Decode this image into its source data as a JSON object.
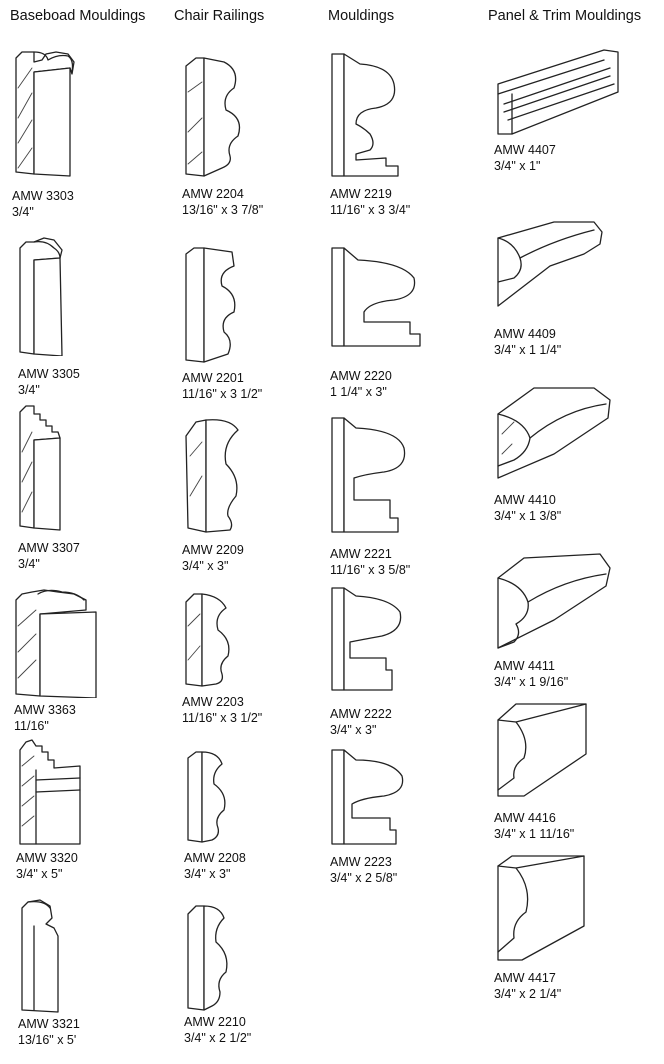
{
  "columns": [
    {
      "heading": "Baseboad Mouldings",
      "items": [
        {
          "code": "AMW 3303",
          "size": "3/4\""
        },
        {
          "code": "AMW 3305",
          "size": "3/4\""
        },
        {
          "code": "AMW 3307",
          "size": "3/4\""
        },
        {
          "code": "AMW 3363",
          "size": "11/16\""
        },
        {
          "code": "AMW 3320",
          "size": "3/4\" x 5\""
        },
        {
          "code": "AMW 3321",
          "size": "13/16\" x 5'"
        }
      ]
    },
    {
      "heading": "Chair Railings",
      "items": [
        {
          "code": "AMW 2204",
          "size": "13/16\" x 3 7/8\""
        },
        {
          "code": "AMW 2201",
          "size": "11/16\" x 3 1/2\""
        },
        {
          "code": "AMW 2209",
          "size": "3/4\" x 3\""
        },
        {
          "code": "AMW 2203",
          "size": "11/16\" x 3 1/2\""
        },
        {
          "code": "AMW 2208",
          "size": "3/4\" x 3\""
        },
        {
          "code": "AMW 2210",
          "size": "3/4\" x 2 1/2\""
        }
      ]
    },
    {
      "heading": "Mouldings",
      "items": [
        {
          "code": "AMW 2219",
          "size": "11/16\" x 3 3/4\""
        },
        {
          "code": "AMW 2220",
          "size": "1 1/4\" x 3\""
        },
        {
          "code": "AMW 2221",
          "size": "11/16\" x 3 5/8\""
        },
        {
          "code": "AMW 2222",
          "size": "3/4\" x 3\""
        },
        {
          "code": "AMW 2223",
          "size": "3/4\" x 2 5/8\""
        }
      ]
    },
    {
      "heading": "Panel & Trim Mouldings",
      "items": [
        {
          "code": "AMW 4407",
          "size": "3/4\" x 1\""
        },
        {
          "code": "AMW 4409",
          "size": "3/4\" x 1 1/4\""
        },
        {
          "code": "AMW 4410",
          "size": "3/4\" x 1 3/8\""
        },
        {
          "code": "AMW 4411",
          "size": "3/4\" x 1 9/16\""
        },
        {
          "code": "AMW 4416",
          "size": "3/4\" x 1 11/16\""
        },
        {
          "code": "AMW 4417",
          "size": "3/4\" x 2 1/4\""
        }
      ]
    }
  ]
}
